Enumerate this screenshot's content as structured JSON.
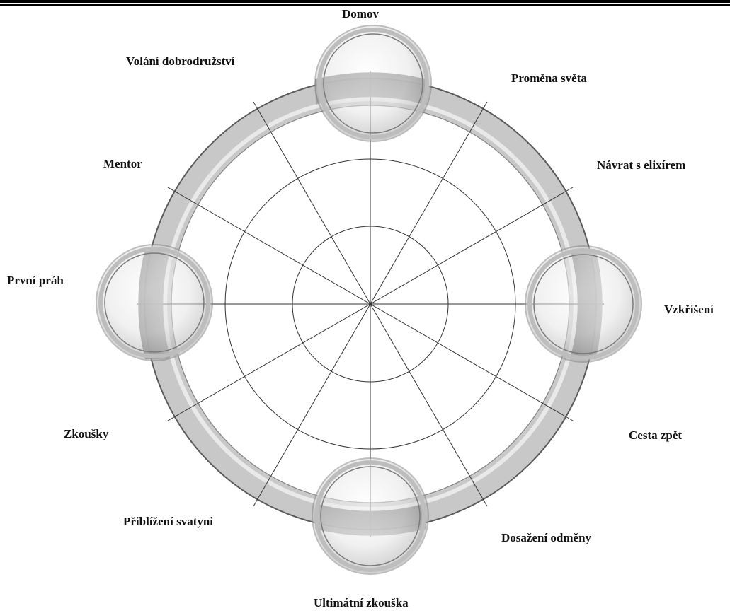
{
  "stages": [
    "Domov",
    "Proměna světa",
    "Návrat s elixírem",
    "Vzkříšení",
    "Cesta zpět",
    "Dosažení odměny",
    "Ultimátní zkouška",
    "Přiblížení svatyni",
    "Zkoušky",
    "První práh",
    "Mentor",
    "Volání dobrodružství"
  ],
  "colors": {
    "ring_fill": "#c9c9c9",
    "ring_shade": "#8e8e8e",
    "lines": "#333333",
    "text": "#111111"
  }
}
